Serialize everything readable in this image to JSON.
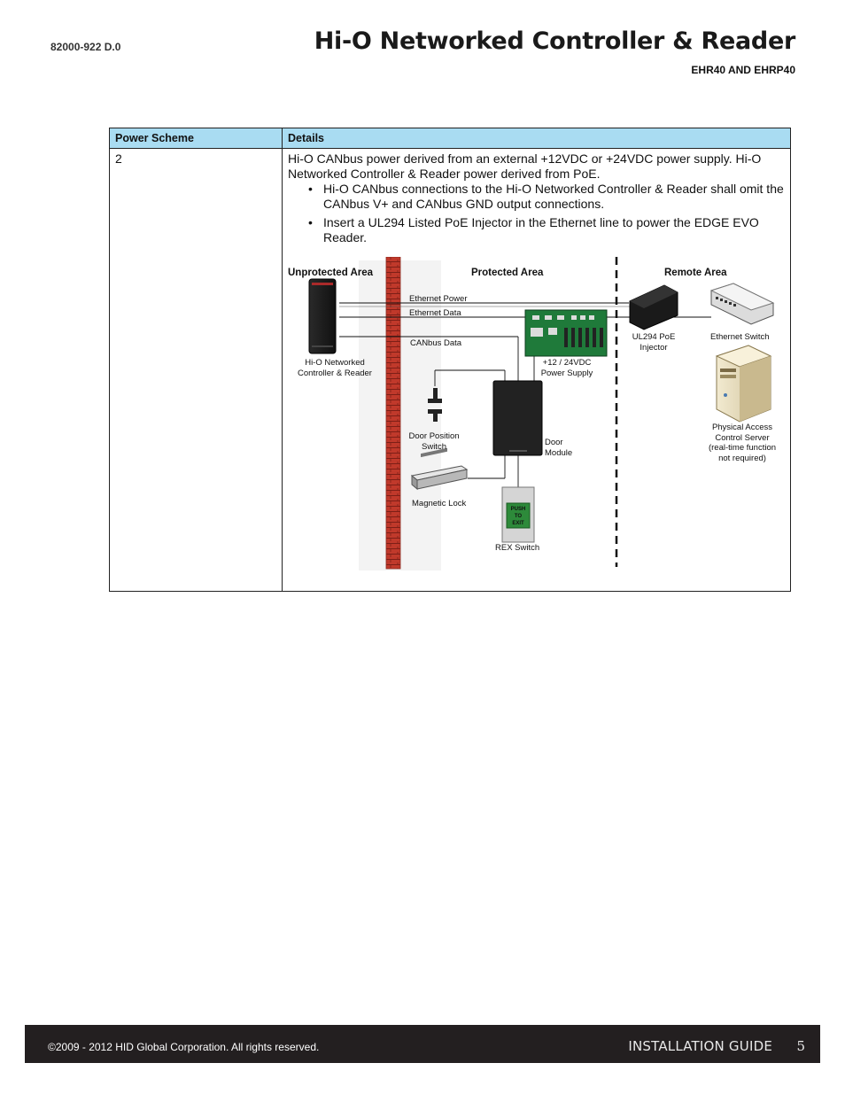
{
  "header": {
    "doc_number": "82000-922 D.0",
    "title": "Hi-O Networked Controller & Reader",
    "subtitle": "EHR40 AND EHRP40"
  },
  "table": {
    "headers": [
      "Power Scheme",
      "Details"
    ],
    "row": {
      "scheme": "2",
      "intro": "Hi-O CANbus power derived from an external +12VDC or +24VDC power supply. Hi-O Networked Controller & Reader power derived from PoE.",
      "bullets": [
        "Hi-O CANbus connections to the Hi-O Networked Controller & Reader shall omit the CANbus V+ and CANbus GND output connections.",
        "Insert a UL294 Listed PoE Injector in the Ethernet line to power the EDGE EVO Reader."
      ]
    }
  },
  "diagram": {
    "areas": {
      "unprotected": "Unprotected Area",
      "protected": "Protected Area",
      "remote": "Remote Area"
    },
    "lines": {
      "eth_power": "Ethernet Power",
      "eth_data": "Ethernet Data",
      "canbus": "CANbus Data"
    },
    "devices": {
      "reader_l1": "Hi-O Networked",
      "reader_l2": "Controller & Reader",
      "psu_l1": "+12 / 24VDC",
      "psu_l2": "Power Supply",
      "injector_l1": "UL294 PoE",
      "injector_l2": "Injector",
      "switch": "Ethernet Switch",
      "dps_l1": "Door Position",
      "dps_l2": "Switch",
      "door_l1": "Door",
      "door_l2": "Module",
      "maglock": "Magnetic Lock",
      "rex": "REX Switch",
      "rex_button": [
        "PUSH",
        "TO",
        "EXIT"
      ],
      "server_l1": "Physical Access",
      "server_l2": "Control Server",
      "server_l3": "(real-time function",
      "server_l4": "not required)"
    }
  },
  "footer": {
    "copyright": "©2009 - 2012 HID Global Corporation. All rights reserved.",
    "guide": "INSTALLATION GUIDE",
    "page": "5"
  }
}
